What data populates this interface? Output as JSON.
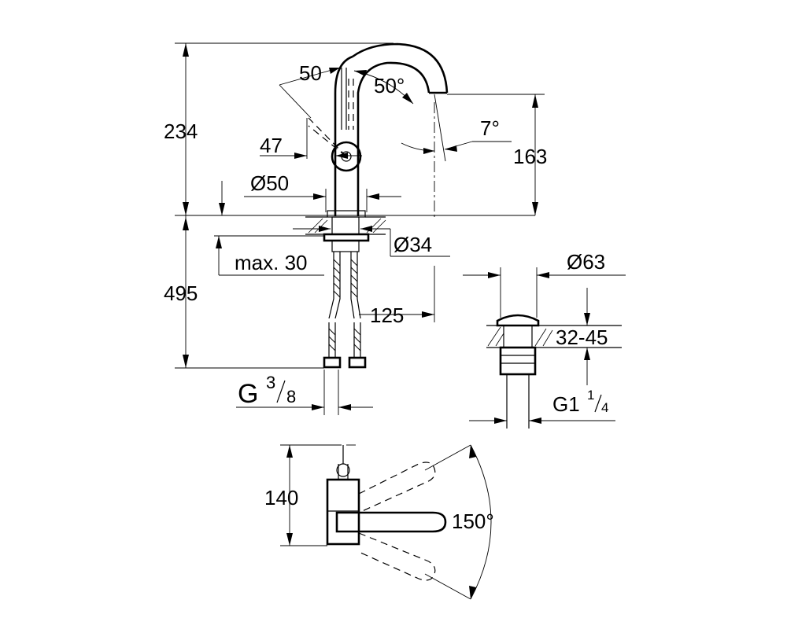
{
  "dimensions": {
    "total_height": "234",
    "base_height": "495",
    "spout_height": "163",
    "lever_offset_a": "50",
    "lever_angle": "50°",
    "spout_angle": "7°",
    "lever_offset_b": "47",
    "body_diameter": "Ø50",
    "shank_diameter": "Ø34",
    "max_thickness": "max. 30",
    "projection": "125",
    "connection_main": "G",
    "connection_num": "3",
    "connection_den": "8",
    "waste_diameter": "Ø63",
    "waste_range": "32-45",
    "waste_thread": "G1",
    "waste_num": "1",
    "waste_den": "4",
    "top_depth": "140",
    "swivel_angle": "150°"
  }
}
